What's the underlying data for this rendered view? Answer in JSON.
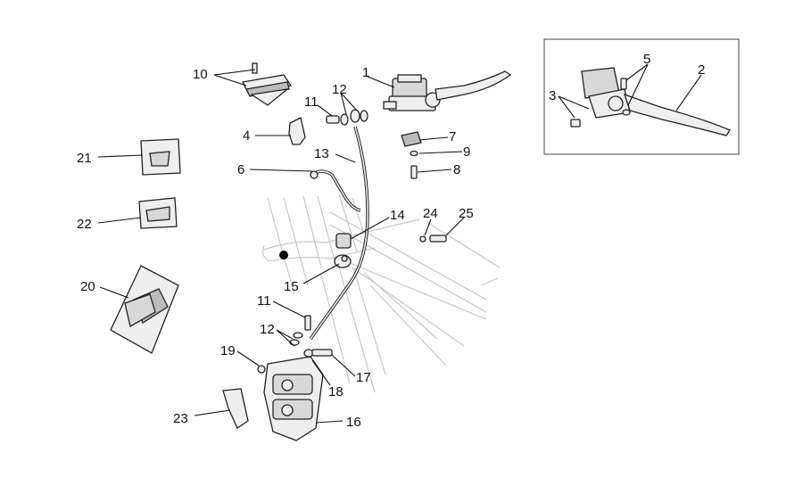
{
  "callouts": {
    "c1": "1",
    "c2": "2",
    "c3": "3",
    "c4": "4",
    "c5": "5",
    "c6": "6",
    "c7": "7",
    "c8": "8",
    "c9": "9",
    "c10": "10",
    "c11a": "11",
    "c11b": "11",
    "c12a": "12",
    "c12b": "12",
    "c13": "13",
    "c14": "14",
    "c15": "15",
    "c16": "16",
    "c17": "17",
    "c18": "18",
    "c19": "19",
    "c20": "20",
    "c21": "21",
    "c22": "22",
    "c23": "23",
    "c24": "24",
    "c25": "25"
  }
}
